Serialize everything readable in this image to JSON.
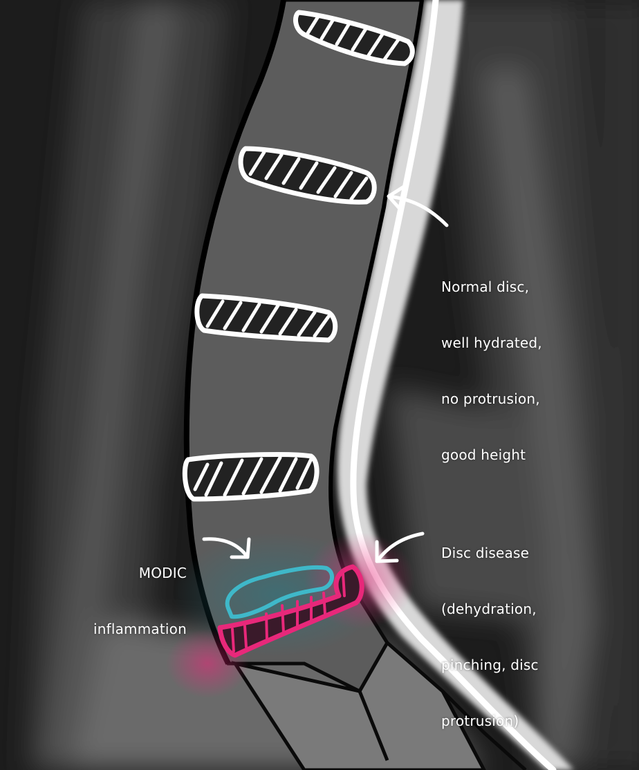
{
  "image": {
    "description": "Annotated sagittal lumbar spine MRI",
    "colors": {
      "background": "#1a1a1a",
      "annotation_white": "#ffffff",
      "modic_outline": "#3fb8c9",
      "disease_disc": "#e8287a",
      "canal_bright": "#f0f0f0"
    }
  },
  "annotations": {
    "normal_disc": {
      "lines": [
        "Normal disc,",
        "well hydrated,",
        "no protrusion,",
        "good height"
      ]
    },
    "disc_disease": {
      "lines": [
        "Disc disease",
        "(dehydration,",
        "pinching, disc",
        "protrusion)"
      ]
    },
    "modic": {
      "lines": [
        "MODIC",
        "inflammation"
      ]
    }
  },
  "discs": [
    {
      "id": "disc-1",
      "state": "normal"
    },
    {
      "id": "disc-2",
      "state": "normal"
    },
    {
      "id": "disc-3",
      "state": "normal"
    },
    {
      "id": "disc-4",
      "state": "normal"
    },
    {
      "id": "disc-5",
      "state": "diseased"
    }
  ]
}
